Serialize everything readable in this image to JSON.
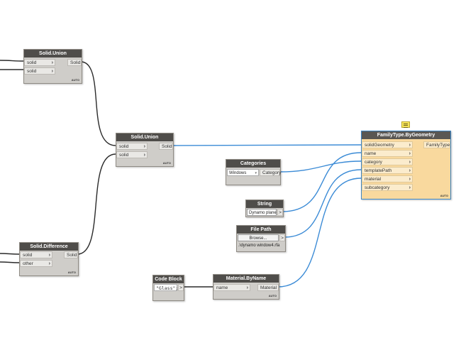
{
  "nodes": {
    "solid_union_1": {
      "title": "Solid.Union",
      "inputs": [
        "solid",
        "solid"
      ],
      "output": "Solid",
      "lacing": "AUTO"
    },
    "solid_union_2": {
      "title": "Solid.Union",
      "inputs": [
        "solid",
        "solid"
      ],
      "output": "Solid",
      "lacing": "AUTO"
    },
    "solid_difference": {
      "title": "Solid.Difference",
      "inputs": [
        "solid",
        "other"
      ],
      "output": "Solid",
      "lacing": "AUTO"
    },
    "categories": {
      "title": "Categories",
      "selected": "Windows",
      "output": "Category"
    },
    "string": {
      "title": "String",
      "value": "Dynamo plane",
      "output": ">"
    },
    "file_path": {
      "title": "File Path",
      "button": "Browse...",
      "output": ">",
      "path": ".\\dynamo window4.rfa"
    },
    "code_block": {
      "title": "Code Block",
      "code": "\"Glass\";",
      "output": ">"
    },
    "material_by_name": {
      "title": "Material.ByName",
      "inputs": [
        "name"
      ],
      "output": "Material",
      "lacing": "AUTO"
    },
    "family_type": {
      "title": "FamilyType.ByGeometry",
      "inputs": [
        "solidGeometry",
        "name",
        "category",
        "templatePath",
        "material",
        "subcategory"
      ],
      "output": "FamilyType",
      "lacing": "AUTO"
    }
  },
  "colors": {
    "wire_black": "#2b2b2b",
    "wire_blue": "#3b8bd6",
    "node_header": "#4f4d4a",
    "node_selected": "#f9d99e"
  }
}
